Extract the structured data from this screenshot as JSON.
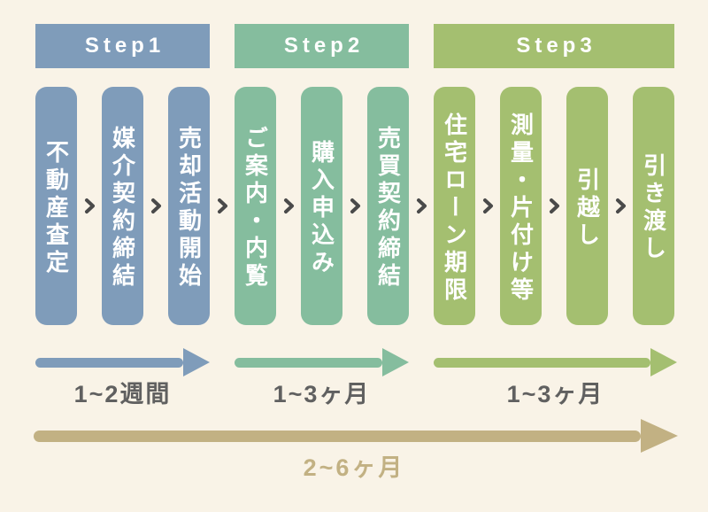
{
  "steps": [
    {
      "label": "Step1",
      "color": "#7f9cba",
      "items": [
        "不動産査定",
        "媒介契約締結",
        "売却活動開始"
      ],
      "duration": "1~2週間"
    },
    {
      "label": "Step2",
      "color": "#85bd9e",
      "items": [
        "ご案内・内覧",
        "購入申込み",
        "売買契約締結"
      ],
      "duration": "1~3ヶ月"
    },
    {
      "label": "Step3",
      "color": "#a4bf70",
      "items": [
        "住宅ローン期限",
        "測量・片付け等",
        "引越し",
        "引き渡し"
      ],
      "duration": "1~3ヶ月"
    }
  ],
  "overall": {
    "duration": "2~6ヶ月",
    "color": "#c2b183"
  },
  "palette": {
    "background": "#f9f3e7",
    "step_text": "#ffffff",
    "chevron": "#4a4a4a",
    "duration_text": "#606060"
  }
}
